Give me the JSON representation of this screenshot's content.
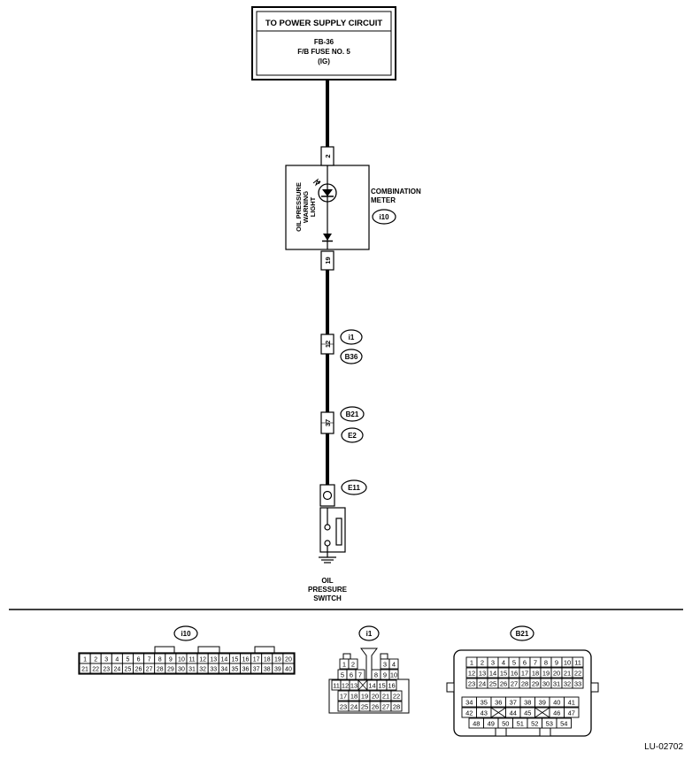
{
  "power_box": {
    "title": "TO POWER SUPPLY CIRCUIT",
    "line1": "FB-36",
    "line2": "F/B FUSE NO. 5",
    "line3": "(IG)"
  },
  "meter": {
    "pin_top": "2",
    "pin_bottom": "19",
    "light_line1": "OIL PRESSURE",
    "light_line2": "WARNING",
    "light_line3": "LIGHT",
    "label_line1": "COMBINATION",
    "label_line2": "METER",
    "connector": "i10"
  },
  "connectors_on_wire": [
    {
      "pin": "12",
      "top": "i1",
      "bottom": "B36"
    },
    {
      "pin": "37",
      "top": "B21",
      "bottom": "E2"
    }
  ],
  "switch": {
    "connector": "E11",
    "label_line1": "OIL",
    "label_line2": "PRESSURE",
    "label_line3": "SWITCH"
  },
  "pinouts": {
    "i10": {
      "label": "i10",
      "row1": [
        "1",
        "2",
        "3",
        "4",
        "5",
        "6",
        "7",
        "8",
        "9",
        "10",
        "11",
        "12",
        "13",
        "14",
        "15",
        "16",
        "17",
        "18",
        "19",
        "20"
      ],
      "row2": [
        "21",
        "22",
        "23",
        "24",
        "25",
        "26",
        "27",
        "28",
        "29",
        "30",
        "31",
        "32",
        "33",
        "34",
        "35",
        "36",
        "37",
        "38",
        "39",
        "40"
      ]
    },
    "i1": {
      "label": "i1",
      "row1_left": [
        "1",
        "2"
      ],
      "row1_right": [
        "3",
        "4"
      ],
      "row2_left": [
        "5",
        "6",
        "7"
      ],
      "row2_right": [
        "8",
        "9",
        "10"
      ],
      "row3_left": [
        "11",
        "12",
        "13"
      ],
      "row3_right": [
        "14",
        "15",
        "16"
      ],
      "row4": [
        "17",
        "18",
        "19",
        "20",
        "21",
        "22"
      ],
      "row5": [
        "23",
        "24",
        "25",
        "26",
        "27",
        "28"
      ]
    },
    "B21": {
      "label": "B21",
      "upper_rows": [
        [
          "1",
          "2",
          "3",
          "4",
          "5",
          "6",
          "7",
          "8",
          "9",
          "10",
          "11"
        ],
        [
          "12",
          "13",
          "14",
          "15",
          "16",
          "17",
          "18",
          "19",
          "20",
          "21",
          "22"
        ],
        [
          "23",
          "24",
          "25",
          "26",
          "27",
          "28",
          "29",
          "30",
          "31",
          "32",
          "33"
        ]
      ],
      "lower_row1": [
        "34",
        "35",
        "36",
        "37",
        "38",
        "39",
        "40",
        "41"
      ],
      "lower_row2": [
        "42",
        "43",
        "",
        "44",
        "45",
        "",
        "46",
        "47"
      ],
      "lower_row3": [
        "48",
        "49",
        "50",
        "51",
        "52",
        "53",
        "54"
      ]
    }
  },
  "figure_id": "LU-02702"
}
